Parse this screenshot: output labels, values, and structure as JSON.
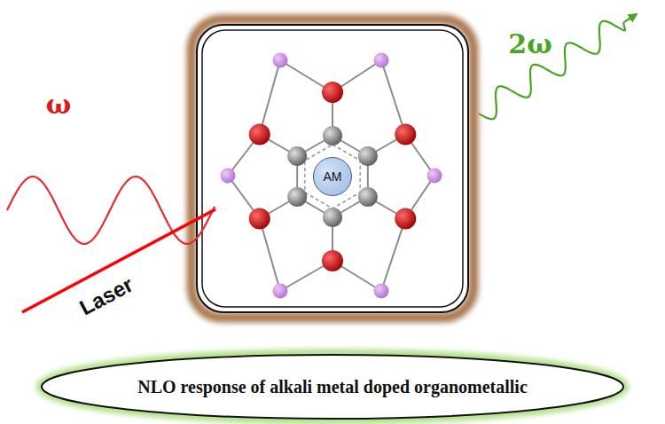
{
  "diagram": {
    "nodes": [
      {
        "text": [
          "AM"
        ]
      },
      {
        "text": [
          "NLO response of alkali metal doped organometallic"
        ]
      }
    ],
    "labels": [
      "ω",
      "2ω",
      "Laser"
    ]
  }
}
